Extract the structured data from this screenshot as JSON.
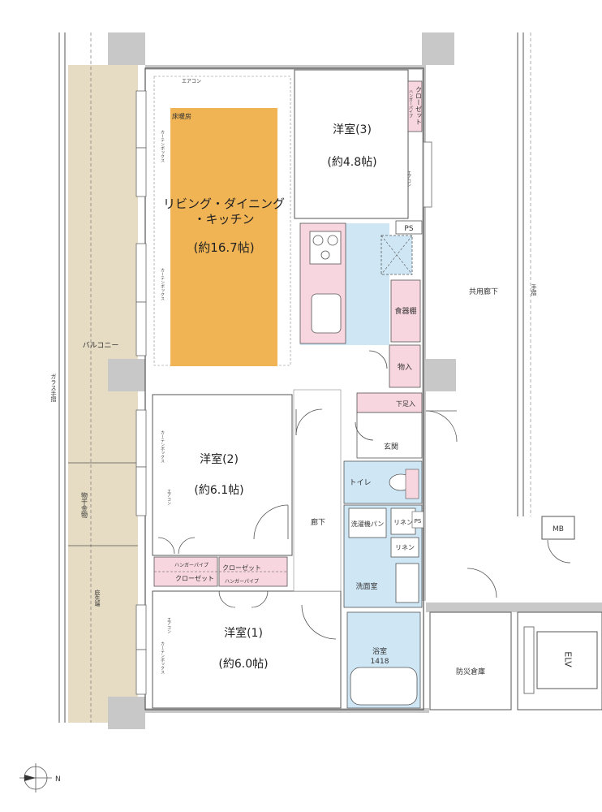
{
  "rooms": {
    "ldk_name_1": "リビング・ダイニング",
    "ldk_name_2": "・キッチン",
    "ldk_size": "(約16.7帖)",
    "floor_heating": "床暖房",
    "r3_name": "洋室(3)",
    "r3_size": "(約4.8帖)",
    "r2_name": "洋室(2)",
    "r2_size": "(約6.1帖)",
    "r1_name": "洋室(1)",
    "r1_size": "(約6.0帖)",
    "bath_name": "浴室",
    "bath_size": "1418",
    "washroom": "洗面室",
    "toilet": "トイレ",
    "hallway": "廊下",
    "entrance": "玄関",
    "shoe_storage": "下足入",
    "storage": "物入",
    "pantry": "食器棚",
    "disaster_storage": "防災倉庫",
    "elevator": "ELV",
    "common_corridor": "共用廊下",
    "balcony": "バルコニー",
    "laundry_rack": "物干金物",
    "eaves": "庇先端",
    "glass_handrail": "ガラス手摺",
    "handrail": "手摺",
    "mb": "MB",
    "ps": "PS",
    "ps2": "PS",
    "washer_pan": "洗濯機パン",
    "linen1": "リネン",
    "linen2": "リネン",
    "closet_r3": "クローゼット",
    "hanger_r3": "ハンガーパイプ",
    "closet_r2": "クローゼット",
    "hanger_r2": "ハンガーパイプ",
    "closet_r1": "クローゼット",
    "hanger_r1": "ハンガーパイプ",
    "aircon": "エアコン",
    "curtain": "カーテンボックス",
    "curtain2": "カーテンボックス",
    "curtain3": "カーテンボックス",
    "curtain4": "カーテンボックス",
    "aircon_s1": "エアコン",
    "aircon_s2": "エアコン",
    "aircon_s3": "エアコン",
    "north": "N"
  },
  "colors": {
    "ldk_floor": "#f0b454",
    "balcony": "#e6dcc3",
    "kitchen": "#f7d6e0",
    "water": "#cfe6f5",
    "wall": "#c8c8c8"
  }
}
